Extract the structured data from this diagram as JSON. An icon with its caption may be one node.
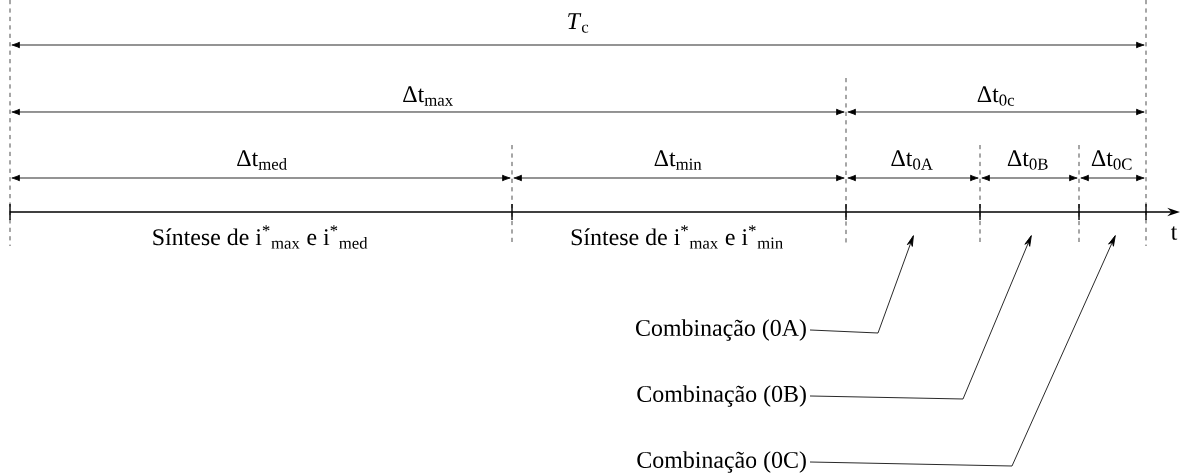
{
  "diagram": {
    "nodes": [
      {
        "text": [
          "Combinação (0A)"
        ]
      },
      {
        "text": [
          "Combinação (0B)"
        ]
      },
      {
        "text": [
          "Combinação (0C)"
        ]
      }
    ],
    "edges": [
      {
        "from": 0,
        "to": null,
        "arrow": "to"
      },
      {
        "from": 1,
        "to": null,
        "arrow": "to"
      },
      {
        "from": 2,
        "to": null,
        "arrow": "to"
      }
    ],
    "labels": [
      "*T*$_{c}$",
      "Δt$_{max}$",
      "Δt$_{0c}$",
      "Δt$_{med}$",
      "Δt$_{min}$",
      "Δt$_{0A}$",
      "Δt$_{0B}$",
      "Δt$_{0C}$",
      "Síntese de i$^{*}$$_{max}$  e i$^{*}$$_{med}$",
      "Síntese de i$^{*}$$_{max}$  e i$^{*}$$_{min}$",
      "t"
    ]
  }
}
